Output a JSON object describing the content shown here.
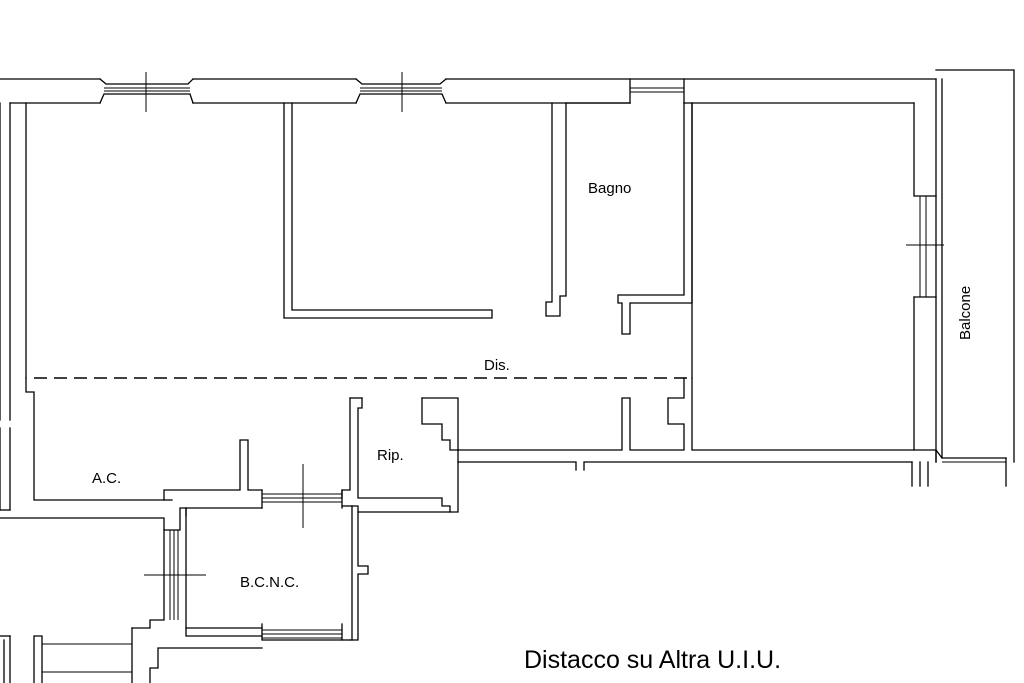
{
  "rooms": {
    "bagno": "Bagno",
    "balcone": "Balcone",
    "disimpegno": "Dis.",
    "ripostiglio": "Rip.",
    "ac": "A.C.",
    "bcnc": "B.C.N.C."
  },
  "note": "Distacco su Altra U.I.U."
}
